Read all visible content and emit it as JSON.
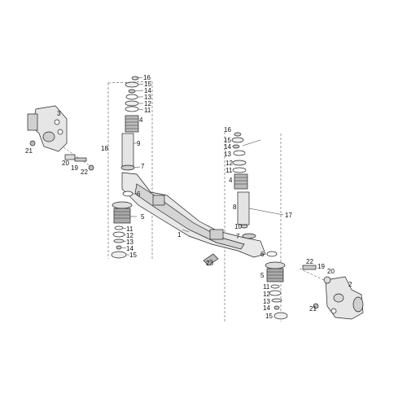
{
  "diagram": {
    "labels_left_kingpin": [
      "16",
      "15",
      "14",
      "13",
      "12",
      "11",
      "4",
      "9",
      "18",
      "7",
      "6",
      "5",
      "11",
      "12",
      "13",
      "14",
      "15"
    ],
    "labels_right_kingpin": [
      "16",
      "15",
      "14",
      "13",
      "12",
      "11",
      "4",
      "8",
      "17",
      "10",
      "7",
      "6",
      "5",
      "11",
      "12",
      "13",
      "14",
      "15"
    ],
    "labels_left_knuckle": [
      "3",
      "21",
      "20",
      "19",
      "22"
    ],
    "labels_right_knuckle": [
      "22",
      "19",
      "20",
      "2",
      "21"
    ],
    "labels_axle": [
      "1",
      "23"
    ]
  }
}
